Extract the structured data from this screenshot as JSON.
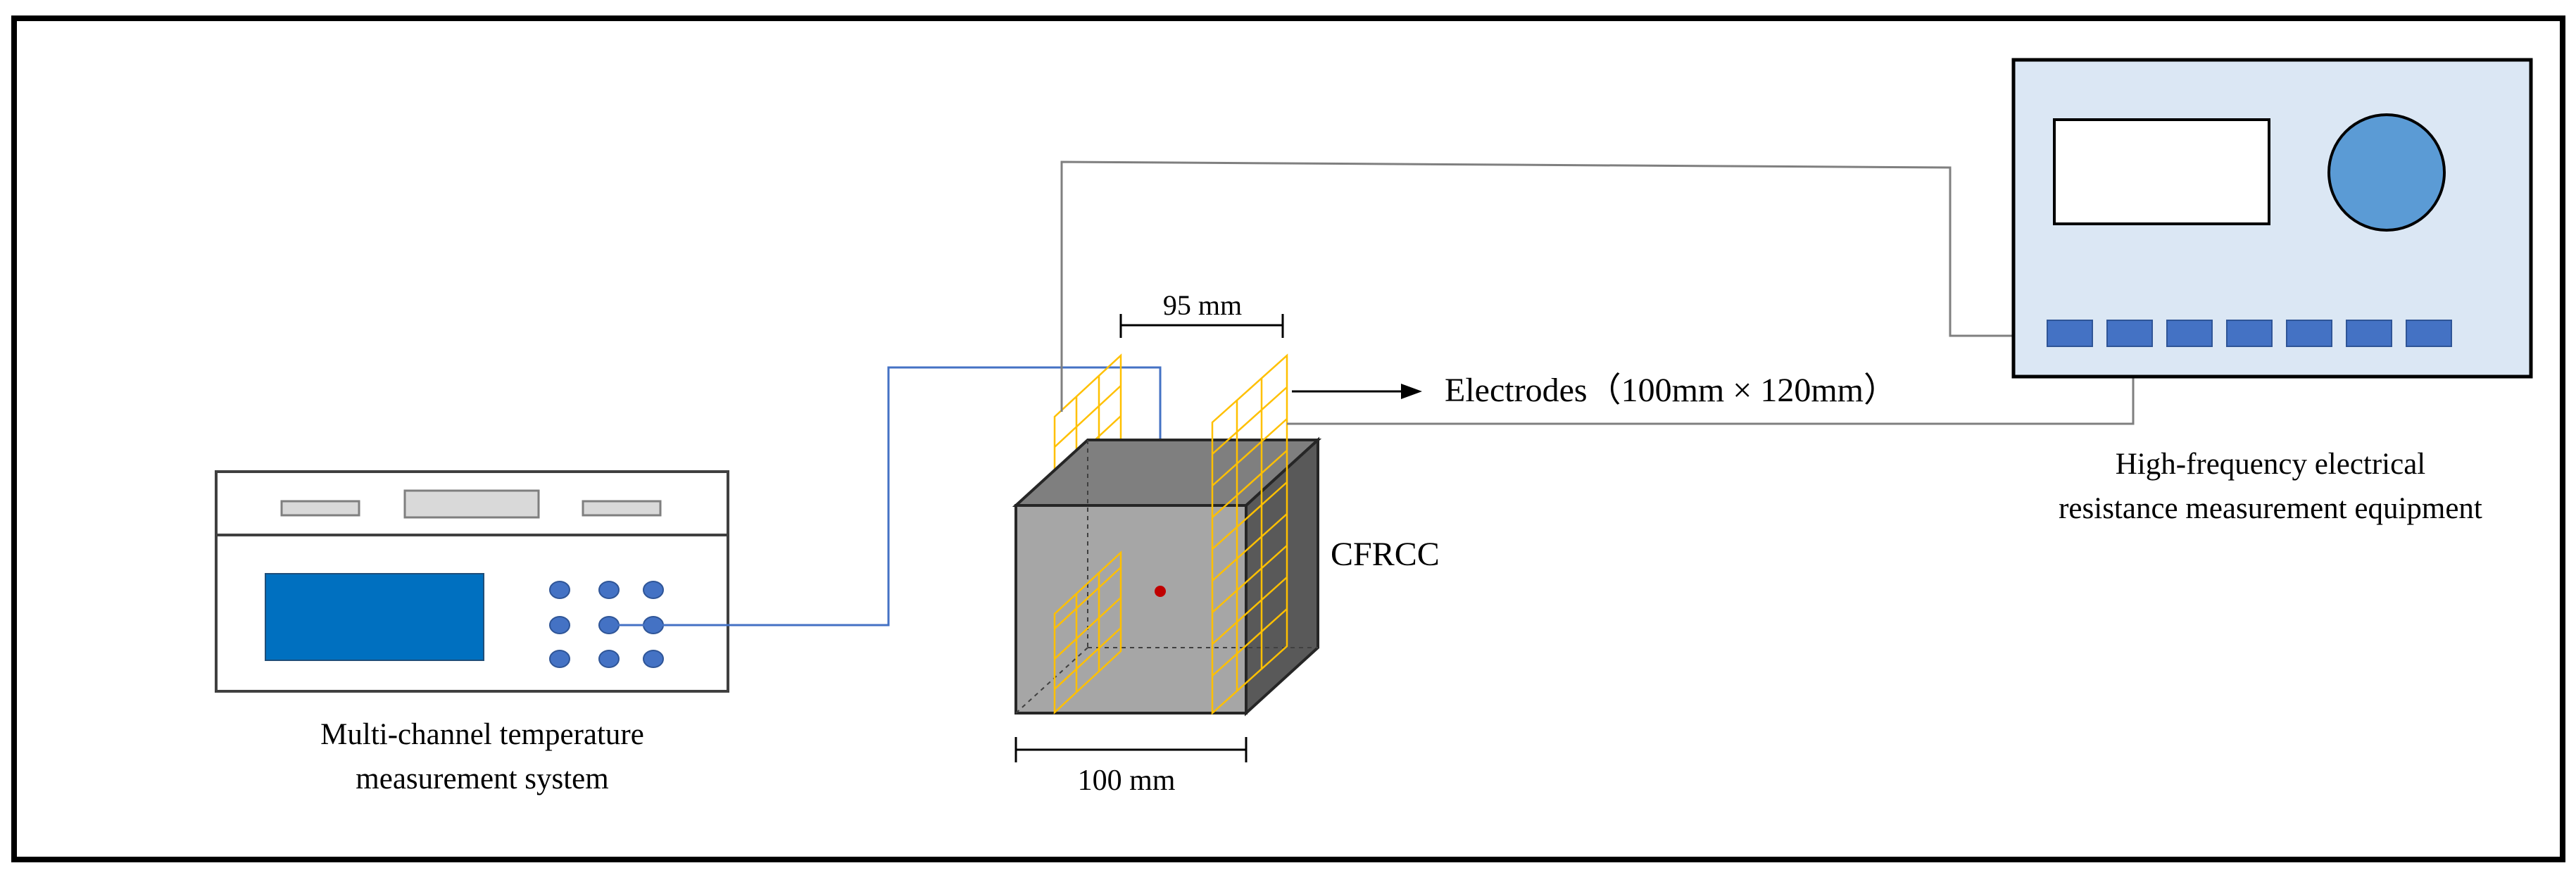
{
  "labels": {
    "spacing": "95 mm",
    "electrodes": "Electrodes（100mm × 120mm）",
    "specimen": "CFRCC",
    "width": "100 mm",
    "temp_caption_line1": "Multi-channel temperature",
    "temp_caption_line2": "measurement system",
    "resist_caption_line1": "High-frequency electrical",
    "resist_caption_line2": "resistance measurement equipment"
  },
  "colors": {
    "frame": "#000000",
    "device_panel": "#dbe7f4",
    "screen_blue": "#0070c0",
    "knob_blue": "#5b9bd5",
    "button_blue": "#4472c4",
    "button_border": "#2f5597",
    "slot_gray": "#d9d9d9",
    "electrode_grid": "#ffc000",
    "cube_front": "#a6a6a6",
    "cube_top": "#7f7f7f",
    "cube_side": "#595959",
    "thermocouple_wire": "#4472c4",
    "signal_wire": "#7f7f7f",
    "sensor_point": "#c00000"
  },
  "icons": {
    "temperature_device": "data-logger-icon",
    "resistance_device": "lcr-meter-icon"
  }
}
